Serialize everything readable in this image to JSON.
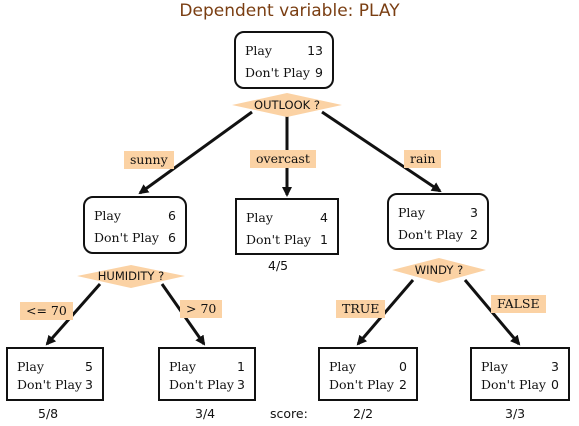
{
  "title": "Dependent variable: PLAY",
  "root": {
    "play_label": "Play",
    "play": "13",
    "dont_label": "Don't Play",
    "dont": "9",
    "question": "OUTLOOK ?"
  },
  "branches": {
    "sunny": "sunny",
    "overcast": "overcast",
    "rain": "rain"
  },
  "sunny_node": {
    "play_label": "Play",
    "play": "6",
    "dont_label": "Don't Play",
    "dont": "6",
    "question": "HUMIDITY ?"
  },
  "overcast_node": {
    "play_label": "Play",
    "play": "4",
    "dont_label": "Don't Play",
    "dont": "1",
    "score": "4/5"
  },
  "rain_node": {
    "play_label": "Play",
    "play": "3",
    "dont_label": "Don't Play",
    "dont": "2",
    "question": "WINDY ?"
  },
  "humidity_branches": {
    "low": "<= 70",
    "high": "> 70"
  },
  "windy_branches": {
    "true": "TRUE",
    "false": "FALSE"
  },
  "leaves": [
    {
      "play_label": "Play",
      "play": "5",
      "dont_label": "Don't Play",
      "dont": "3",
      "score": "5/8"
    },
    {
      "play_label": "Play",
      "play": "1",
      "dont_label": "Don't Play",
      "dont": "3",
      "score": "3/4"
    },
    {
      "play_label": "Play",
      "play": "0",
      "dont_label": "Don't Play",
      "dont": "2",
      "score": "2/2"
    },
    {
      "play_label": "Play",
      "play": "3",
      "dont_label": "Don't Play",
      "dont": "0",
      "score": "3/3"
    }
  ],
  "score_label": "score:",
  "colors": {
    "title": "#7a3e12",
    "tag_fill": "#fbd2a4",
    "diamond_fill": "#fbd2a4",
    "stroke": "#111111"
  }
}
